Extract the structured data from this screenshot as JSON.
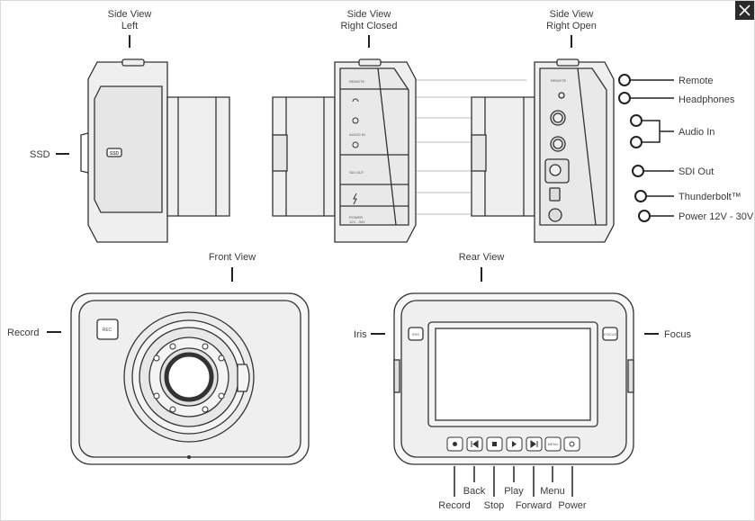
{
  "close_button": {
    "icon": "close-icon"
  },
  "views": {
    "side_left": {
      "title1": "Side View",
      "title2": "Left"
    },
    "side_right_closed": {
      "title1": "Side View",
      "title2": "Right Closed"
    },
    "side_right_open": {
      "title1": "Side View",
      "title2": "Right Open"
    },
    "front": {
      "title": "Front View"
    },
    "rear": {
      "title": "Rear View"
    }
  },
  "callouts": {
    "ssd": "SSD",
    "remote": "Remote",
    "headphones": "Headphones",
    "audio_in": "Audio In",
    "sdi_out": "SDI Out",
    "thunderbolt": "Thunderbolt™",
    "power": "Power 12V - 30V",
    "record_front": "Record",
    "iris": "Iris",
    "focus": "Focus",
    "rear_buttons": {
      "record": "Record",
      "back": "Back",
      "stop": "Stop",
      "play": "Play",
      "forward": "Forward",
      "menu": "Menu",
      "power": "Power"
    }
  },
  "device_labels": {
    "ssd_badge": "SSD",
    "rec_button": "REC",
    "iris_button": "IRIS",
    "focus_button": "FOCUS",
    "menu_button": "MENU",
    "cover_remote": "REMOTE",
    "cover_audio_in": "AUDIO IN",
    "cover_sdi_out": "SDI OUT",
    "cover_power": "POWER",
    "cover_power_spec": "12V - 30V",
    "port_remote": "REMOTE"
  }
}
